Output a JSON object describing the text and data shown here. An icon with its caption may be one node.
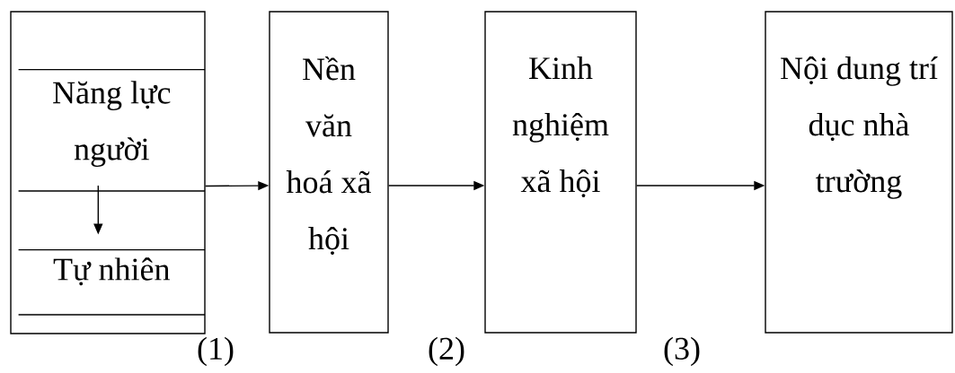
{
  "diagram": {
    "nodes": [
      {
        "text": [],
        "shape": "box"
      },
      {
        "text": [
          "Năng lực người"
        ],
        "in": 0
      },
      {
        "text": [
          "Tự nhiên"
        ],
        "in": 0
      },
      {
        "text": [
          "Nền văn hoá xã hội"
        ]
      },
      {
        "text": [
          "Kinh nghiệm xã hội"
        ]
      },
      {
        "text": [
          "Nội dung trí dục nhà trường"
        ]
      }
    ],
    "edges": [
      {
        "from": 1,
        "to": 2,
        "arrow": "to"
      },
      {
        "from": 0,
        "to": 3,
        "arrow": "to"
      },
      {
        "from": 3,
        "to": 4,
        "arrow": "to"
      },
      {
        "from": 4,
        "to": 5,
        "arrow": "to"
      }
    ],
    "labels": [
      "(1)",
      "(2)",
      "(3)"
    ]
  }
}
